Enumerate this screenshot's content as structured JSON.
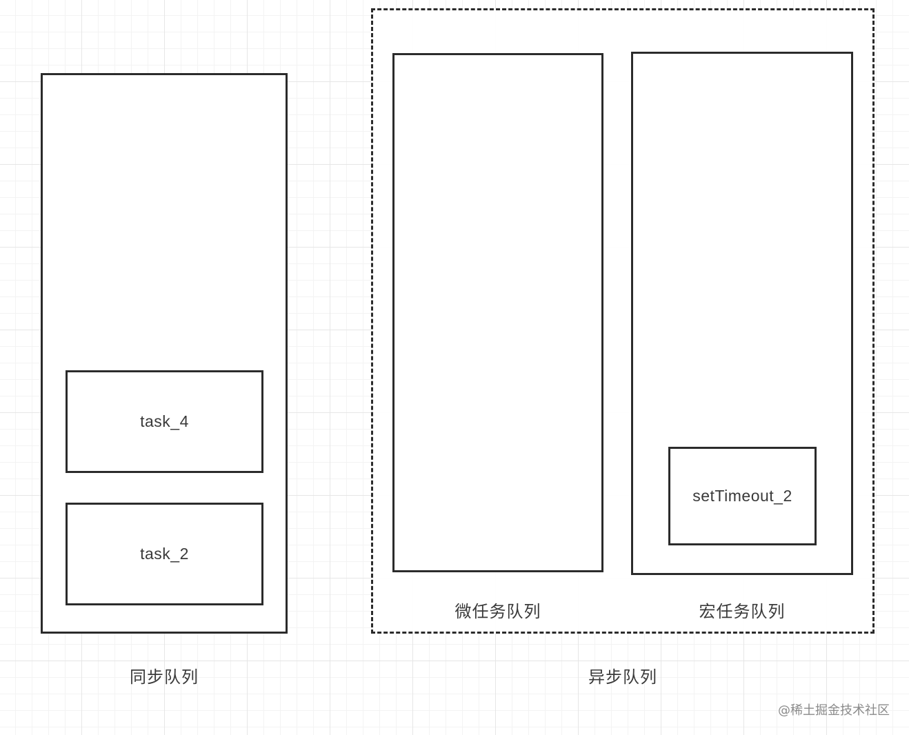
{
  "sync_queue": {
    "label": "同步队列",
    "tasks": [
      "task_4",
      "task_2"
    ]
  },
  "async_queue": {
    "label": "异步队列",
    "micro_queue": {
      "label": "微任务队列"
    },
    "macro_queue": {
      "label": "宏任务队列",
      "tasks": [
        "setTimeout_2"
      ]
    }
  },
  "watermark": "@稀土掘金技术社区"
}
